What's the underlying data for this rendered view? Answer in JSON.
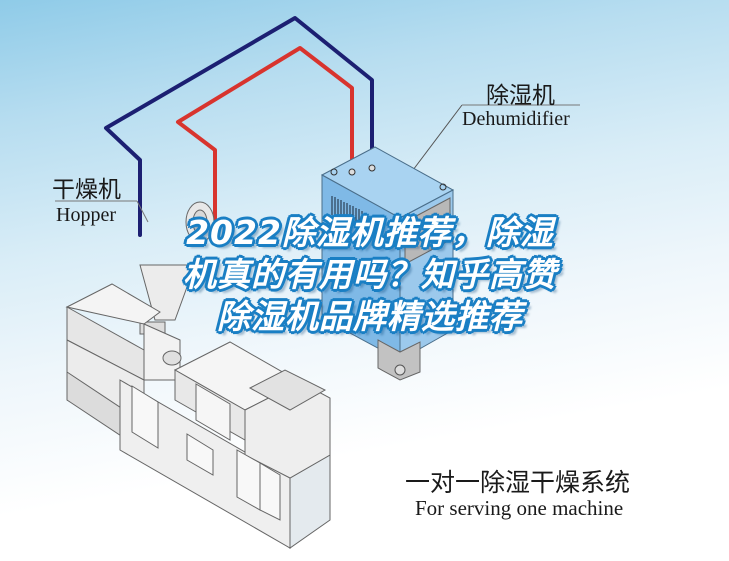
{
  "labels": {
    "dehumidifier": {
      "cn": "除湿机",
      "en": "Dehumidifier"
    },
    "hopper": {
      "cn": "干燥机",
      "en": "Hopper"
    }
  },
  "caption": {
    "cn": "一对一除湿干燥系统",
    "en": "For serving one machine"
  },
  "title_overlay": {
    "lines": [
      "2022除湿机推荐，除湿",
      "机真的有用吗？知乎高赞",
      "除湿机品牌精选推荐"
    ]
  },
  "colors": {
    "pipe_blue": "#1c1f72",
    "pipe_red": "#d8342e",
    "dehumidifier_body": "#8ec4ea",
    "title_fill": "#ffffff",
    "title_stroke": "#1a7fc4"
  }
}
